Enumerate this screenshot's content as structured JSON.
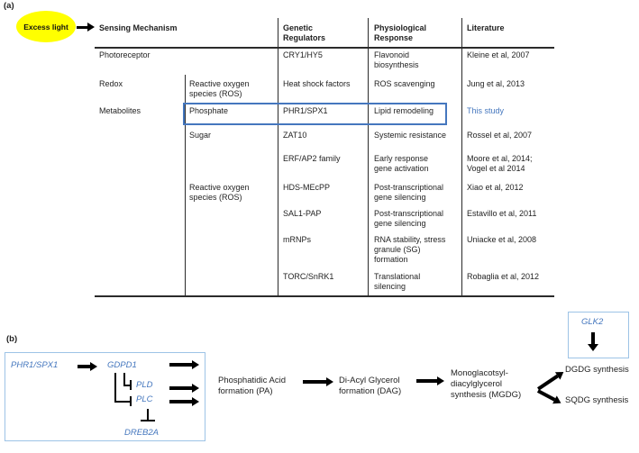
{
  "colors": {
    "accent_blue": "#4577be",
    "light_blue_border": "#9dc3e6",
    "highlight_yellow": "#ffff00",
    "line_black": "#2b2b2b"
  },
  "panel_a": {
    "label": "(a)",
    "excess_light_label": "Excess light",
    "table": {
      "headers": {
        "sensing": "Sensing Mechanism",
        "genetic": "Genetic\nRegulators",
        "physiological": "Physiological\nResponse",
        "literature": "Literature"
      },
      "rows": [
        {
          "mechanism": "Photoreceptor",
          "sub": "",
          "regulator": "CRY1/HY5",
          "response": "Flavonoid\nbiosynthesis",
          "literature": "Kleine et al, 2007"
        },
        {
          "mechanism": "Redox",
          "sub": "Reactive oxygen\nspecies (ROS)",
          "regulator": "Heat shock factors",
          "response": "ROS scavenging",
          "literature": "Jung et al, 2013"
        },
        {
          "mechanism": "Metabolites",
          "sub": "Phosphate",
          "regulator": "PHR1/SPX1",
          "response": "Lipid remodeling",
          "literature": "This study",
          "highlighted": true
        },
        {
          "mechanism": "",
          "sub": "Sugar",
          "regulator": "ZAT10",
          "response": "Systemic resistance",
          "literature": "Rossel et al, 2007"
        },
        {
          "mechanism": "",
          "sub": "",
          "regulator": "ERF/AP2 family",
          "response": "Early response\ngene activation",
          "literature": "Moore et al, 2014;\nVogel et al 2014"
        },
        {
          "mechanism": "",
          "sub": "Reactive oxygen\nspecies (ROS)",
          "regulator": "HDS-MEcPP",
          "response": "Post-transcriptional\ngene silencing",
          "literature": "Xiao et al, 2012"
        },
        {
          "mechanism": "",
          "sub": "",
          "regulator": "SAL1-PAP",
          "response": "Post-transcriptional\ngene silencing",
          "literature": "Estavillo et al, 2011"
        },
        {
          "mechanism": "",
          "sub": "",
          "regulator": "mRNPs",
          "response": "RNA stability, stress\ngranule (SG)\nformation",
          "literature": "Uniacke et al, 2008"
        },
        {
          "mechanism": "",
          "sub": "",
          "regulator": "TORC/SnRK1",
          "response": "Translational\nsilencing",
          "literature": "Robaglia et al, 2012"
        }
      ]
    }
  },
  "panel_b": {
    "label": "(b)",
    "regulator_box": {
      "phr1_spx1": "PHR1/SPX1",
      "gdpd1": "GDPD1",
      "pld": "PLD",
      "plc": "PLC",
      "dreb2a": "DREB2A"
    },
    "pathway": {
      "pa": "Phosphatidic Acid\nformation (PA)",
      "dag": "Di-Acyl Glycerol\nformation (DAG)",
      "mgdg": "Monoglacotsyl-\ndiacylglycerol\nsynthesis (MGDG)",
      "dgdg": "DGDG synthesis",
      "sqdg": "SQDG synthesis"
    },
    "glk2_box": {
      "glk2": "GLK2"
    }
  }
}
